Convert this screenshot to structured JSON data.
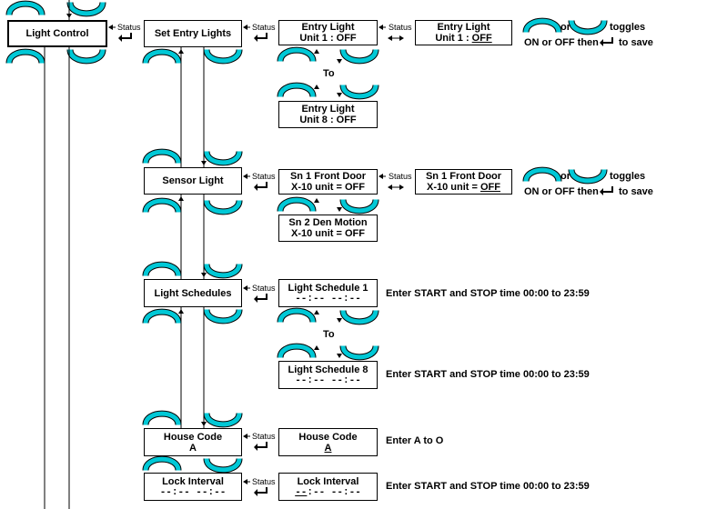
{
  "colors": {
    "arc": "#00c8d6",
    "line": "#000000",
    "background": "#ffffff"
  },
  "icons": {
    "nav_arc": "arc-icon",
    "enter_key": "enter-arrow-icon",
    "status_arrow": "left-arrow-icon"
  },
  "labels": {
    "status": "Status",
    "to": "To",
    "or": "or",
    "toggles": "toggles",
    "on_or_off_then": "ON or OFF then",
    "to_save": "to save"
  },
  "boxes": {
    "light_control": "Light Control",
    "set_entry_lights": "Set Entry Lights",
    "entry_light_1": {
      "line1": "Entry Light",
      "line2": "Unit 1 : OFF"
    },
    "entry_light_1_edit": {
      "line1": "Entry Light",
      "line2_prefix": "Unit 1 : ",
      "line2_underlined": "OFF"
    },
    "entry_light_8": {
      "line1": "Entry Light",
      "line2": "Unit 8 : OFF"
    },
    "sensor_light": "Sensor Light",
    "sn1_front_door": {
      "line1": "Sn 1 Front Door",
      "line2": "X-10 unit = OFF"
    },
    "sn1_front_door_edit": {
      "line1": "Sn 1 Front Door",
      "line2_prefix": "X-10 unit = ",
      "line2_underlined": "OFF"
    },
    "sn2_den_motion": {
      "line1": "Sn 2 Den Motion",
      "line2": "X-10 unit = OFF"
    },
    "light_schedules": "Light Schedules",
    "light_schedule_1": {
      "line1": "Light Schedule 1",
      "line2": "--:-- --:--"
    },
    "light_schedule_8": {
      "line1": "Light Schedule 8",
      "line2": "--:-- --:--"
    },
    "house_code": {
      "line1": "House Code",
      "line2": "A"
    },
    "house_code_edit": {
      "line1": "House Code",
      "line2": "A"
    },
    "lock_interval": {
      "line1": "Lock Interval",
      "line2": "--:-- --:--"
    },
    "lock_interval_edit": {
      "line1": "Lock Interval",
      "line2_underlined": "--",
      "line2_rest": ":-- --:--"
    }
  },
  "notes": {
    "schedule_1": "Enter START and STOP time 00:00 to 23:59",
    "schedule_8": "Enter START and STOP time 00:00 to 23:59",
    "house_code": "Enter A to O",
    "lock_interval": "Enter START and STOP time 00:00 to 23:59"
  }
}
